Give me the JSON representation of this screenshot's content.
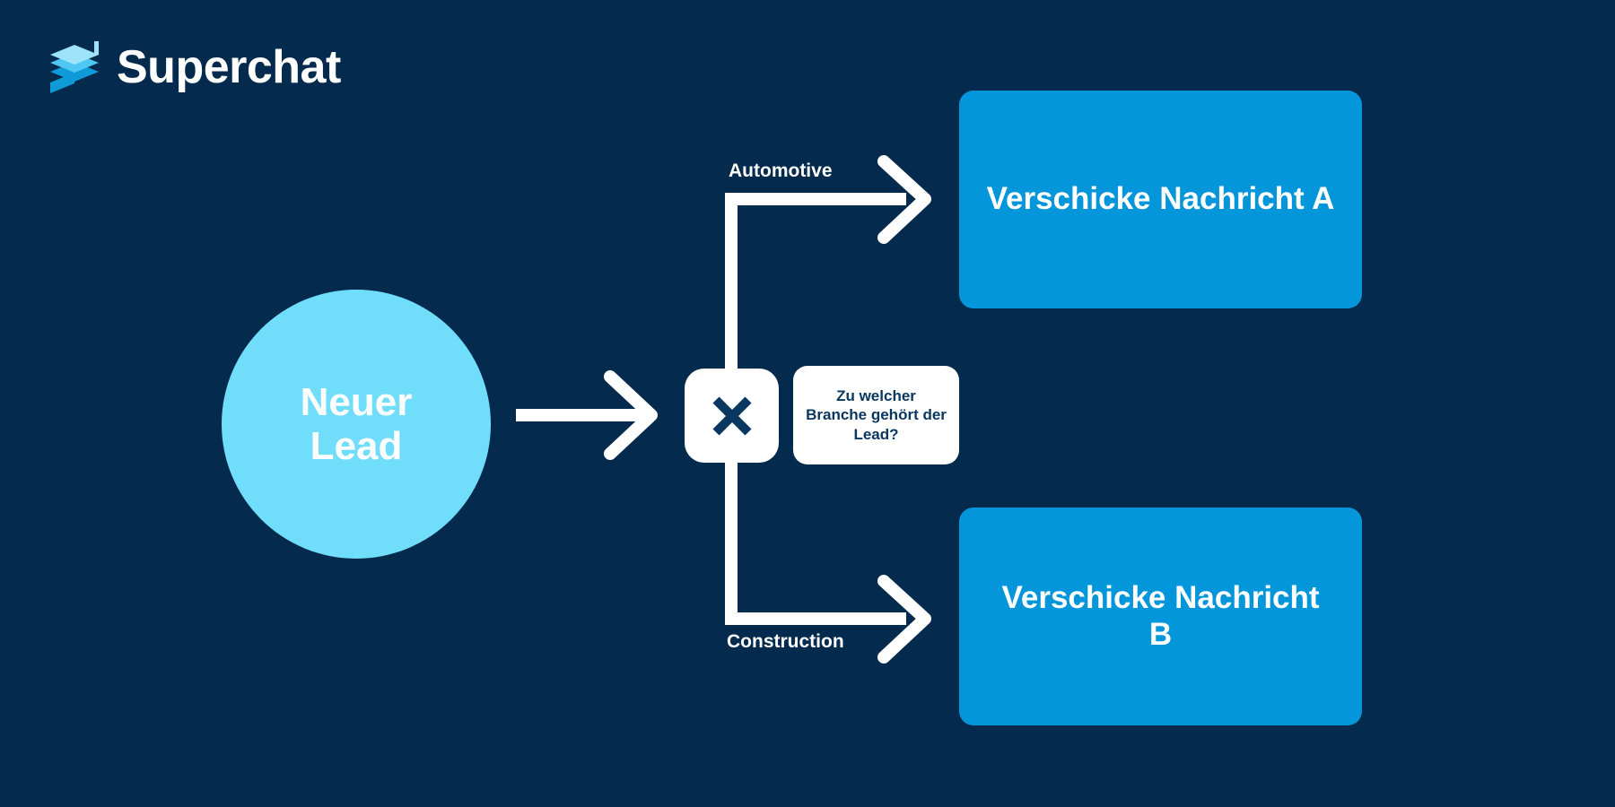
{
  "brand": {
    "name": "Superchat",
    "logo_icon": "stacked-layers-icon",
    "colors": {
      "background": "#042b4d",
      "node_cyan": "#70defa",
      "box_blue": "#0496db",
      "white": "#ffffff",
      "text_navy": "#0a3760",
      "logo_light": "#9fe3fb",
      "logo_mid": "#4ec8f2",
      "logo_dark": "#0f9ad8"
    }
  },
  "flow": {
    "start_node": {
      "label": "Neuer Lead",
      "shape": "circle"
    },
    "decision_node": {
      "icon": "x-mark-icon",
      "tooltip": "Zu welcher Branche gehört der Lead?"
    },
    "branches": [
      {
        "label": "Automotive",
        "target": "Verschicke Nachricht A"
      },
      {
        "label": "Construction",
        "target": "Verschicke Nachricht B"
      }
    ],
    "actions": [
      {
        "label": "Verschicke Nachricht A"
      },
      {
        "label": "Verschicke Nachricht B"
      }
    ]
  }
}
